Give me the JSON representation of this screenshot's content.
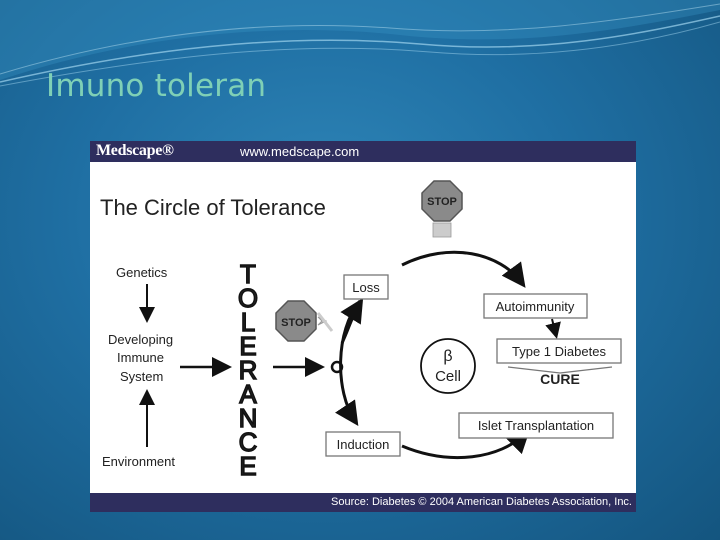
{
  "slide": {
    "title": "Imuno toleran"
  },
  "figure": {
    "logo": "Medscape®",
    "url": "www.medscape.com",
    "source": "Source: Diabetes © 2004 American Diabetes Association, Inc.",
    "title": "The Circle of Tolerance",
    "left_column": {
      "genetics": "Genetics",
      "developing_line1": "Developing",
      "developing_line2": "Immune",
      "developing_line3": "System",
      "environment": "Environment"
    },
    "tolerance_letters": [
      "T",
      "O",
      "L",
      "E",
      "R",
      "A",
      "N",
      "C",
      "E"
    ],
    "stop_sign_text": "STOP",
    "boxes": {
      "loss": "Loss",
      "induction": "Induction",
      "autoimmunity": "Autoimmunity",
      "type1": "Type 1 Diabetes",
      "islet": "Islet Transplantation"
    },
    "cure": "CURE",
    "beta_symbol": "β",
    "beta_cell": "Cell"
  },
  "colors": {
    "header_bar": "#2e2e5e",
    "title_text": "#7fd0b6",
    "stop_sign": "#8a8a8a"
  }
}
